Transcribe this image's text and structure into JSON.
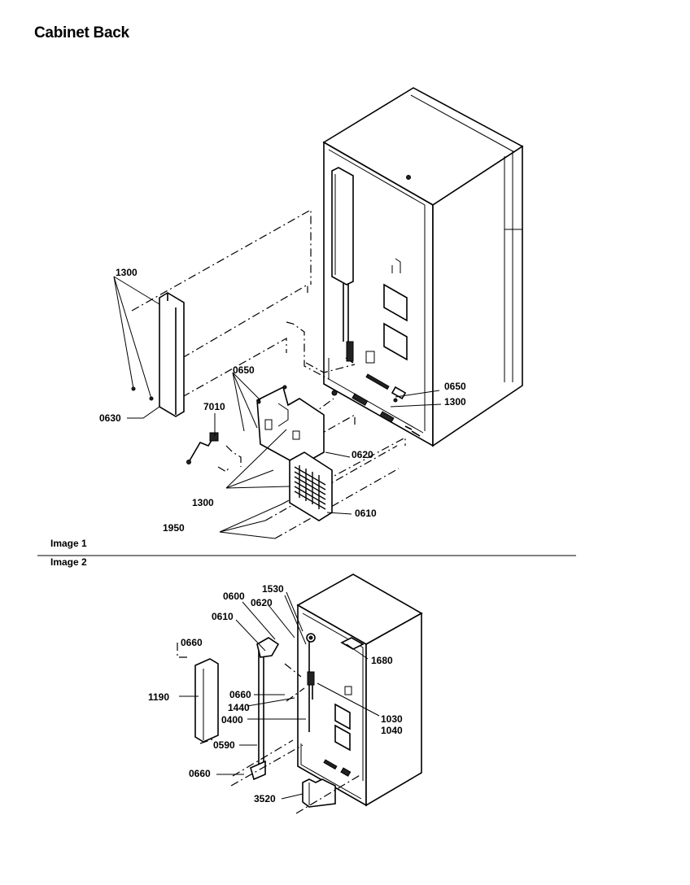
{
  "page": {
    "title": "Cabinet Back",
    "image1_label": "Image 1",
    "image2_label": "Image 2"
  },
  "image1": {
    "labels": {
      "c1300_a": "1300",
      "c0630": "0630",
      "c0650_a": "0650",
      "c7010": "7010",
      "c0650_b": "0650",
      "c1300_b": "1300",
      "c0620": "0620",
      "c1300_c": "1300",
      "c0610": "0610",
      "c1950": "1950"
    }
  },
  "image2": {
    "labels": {
      "c0600": "0600",
      "c1530": "1530",
      "c0620": "0620",
      "c0610": "0610",
      "c0660_a": "0660",
      "c1680": "1680",
      "c1190": "1190",
      "c0660_b": "0660",
      "c1440": "1440",
      "c0400": "0400",
      "c1030": "1030",
      "c1040": "1040",
      "c0590": "0590",
      "c0660_c": "0660",
      "c3520": "3520"
    }
  }
}
